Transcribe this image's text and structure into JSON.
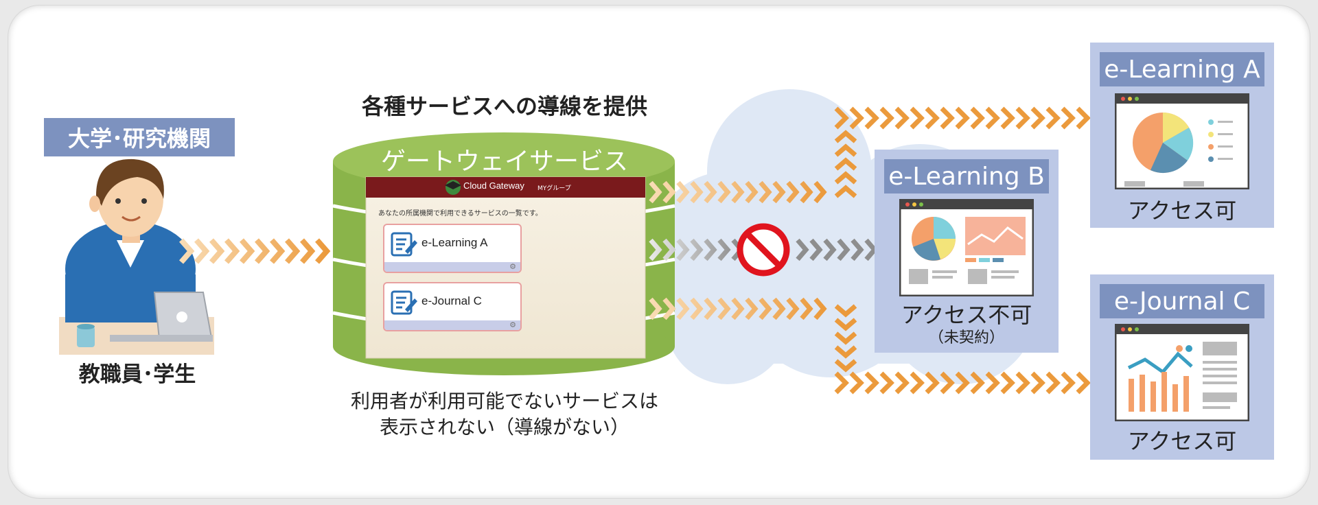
{
  "institution": {
    "label": "大学･研究機関",
    "user_caption": "教職員･学生"
  },
  "gateway": {
    "heading": "各種サービスへの導線を提供",
    "title": "ゲートウェイサービス",
    "screen": {
      "brand": "Cloud Gateway",
      "menu": "MYグループ",
      "intro": "あなたの所属機関で利用できるサービスの一覧です。",
      "services": [
        "e-Learning A",
        "e-Journal C"
      ]
    },
    "note_line1": "利用者が利用可能でないサービスは",
    "note_line2": "表示されない（導線がない）"
  },
  "services": {
    "a": {
      "title": "e-Learning A",
      "status": "アクセス可"
    },
    "b": {
      "title": "e-Learning B",
      "status": "アクセス不可",
      "sub": "（未契約）"
    },
    "c": {
      "title": "e-Journal C",
      "status": "アクセス可"
    }
  },
  "colors": {
    "accent_orange": "#eb9a3c",
    "denied_gray": "#9a9a9a",
    "label_blue": "#7d92bf",
    "panel_blue": "#bcc8e6",
    "db_green": "#8ab44a",
    "prohibited_red": "#e0141e"
  }
}
